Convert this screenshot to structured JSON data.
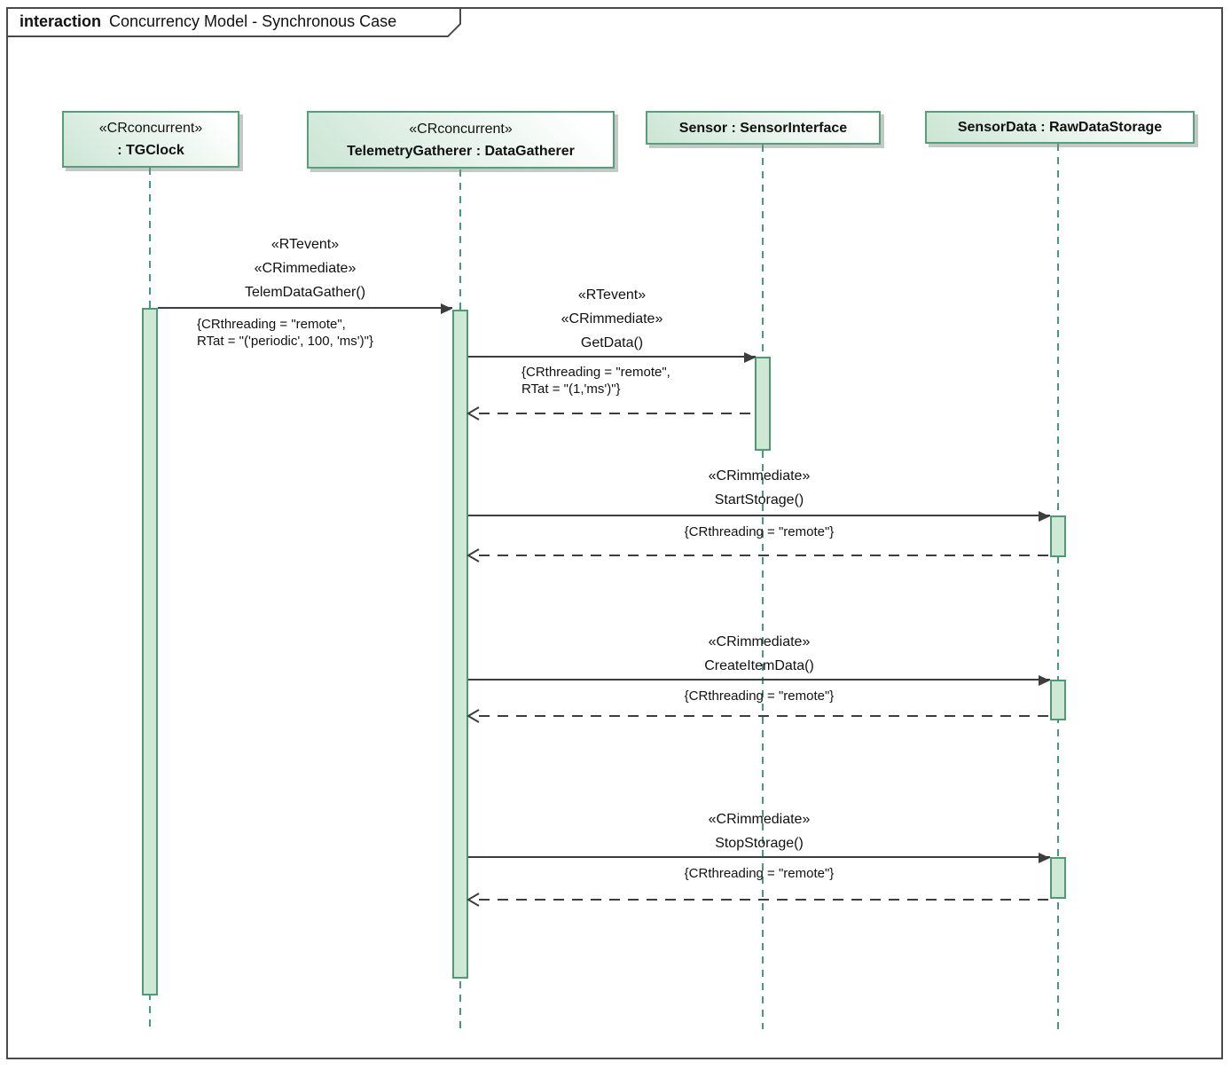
{
  "title": {
    "keyword": "interaction",
    "name": "Concurrency Model - Synchronous Case"
  },
  "lifelines": [
    {
      "stereotype": "«CRconcurrent»",
      "name": ": TGClock"
    },
    {
      "stereotype": "«CRconcurrent»",
      "name": "TelemetryGatherer : DataGatherer"
    },
    {
      "stereotype": "",
      "name": "Sensor : SensorInterface"
    },
    {
      "stereotype": "",
      "name": "SensorData : RawDataStorage"
    }
  ],
  "messages": [
    {
      "stereotype1": "«RTevent»",
      "stereotype2": "«CRimmediate»",
      "name": "TelemDataGather()",
      "constraint1": "{CRthreading = \"remote\",",
      "constraint2": "RTat = \"('periodic', 100, 'ms')\"}"
    },
    {
      "stereotype1": "«RTevent»",
      "stereotype2": "«CRimmediate»",
      "name": "GetData()",
      "constraint1": "{CRthreading = \"remote\",",
      "constraint2": "RTat = \"(1,'ms')\"}"
    },
    {
      "stereotype1": "«CRimmediate»",
      "name": "StartStorage()",
      "constraint1": "{CRthreading = \"remote\"}"
    },
    {
      "stereotype1": "«CRimmediate»",
      "name": "CreateItemData()",
      "constraint1": "{CRthreading = \"remote\"}"
    },
    {
      "stereotype1": "«CRimmediate»",
      "name": "StopStorage()",
      "constraint1": "{CRthreading = \"remote\"}"
    }
  ],
  "colors": {
    "frame_border": "#4a4a4a",
    "header_border": "#55a078",
    "header_fill": "#cbe5d4",
    "activation_fill": "#cfe8d6",
    "activation_border": "#4f9a72",
    "lifeline": "#44997e",
    "arrow": "#3d3d3d"
  }
}
